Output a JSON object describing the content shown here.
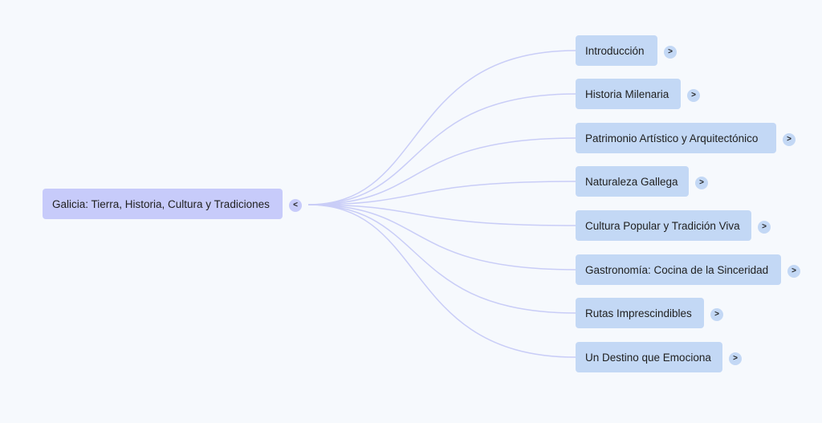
{
  "mindmap": {
    "root": {
      "label": "Galicia: Tierra, Historia, Cultura y Tradiciones",
      "toggle": "<"
    },
    "children": [
      {
        "label": "Introducción",
        "toggle": ">"
      },
      {
        "label": "Historia Milenaria",
        "toggle": ">"
      },
      {
        "label": "Patrimonio Artístico y Arquitectónico",
        "toggle": ">"
      },
      {
        "label": "Naturaleza Gallega",
        "toggle": ">"
      },
      {
        "label": "Cultura Popular y Tradición Viva",
        "toggle": ">"
      },
      {
        "label": "Gastronomía: Cocina de la Sinceridad",
        "toggle": ">"
      },
      {
        "label": "Rutas Imprescindibles",
        "toggle": ">"
      },
      {
        "label": "Un Destino que Emociona",
        "toggle": ">"
      }
    ]
  },
  "colors": {
    "background": "#f6f9fd",
    "root_fill": "#c7cbfa",
    "child_fill": "#c3d8f5",
    "link_stroke": "#c9cdf7"
  }
}
